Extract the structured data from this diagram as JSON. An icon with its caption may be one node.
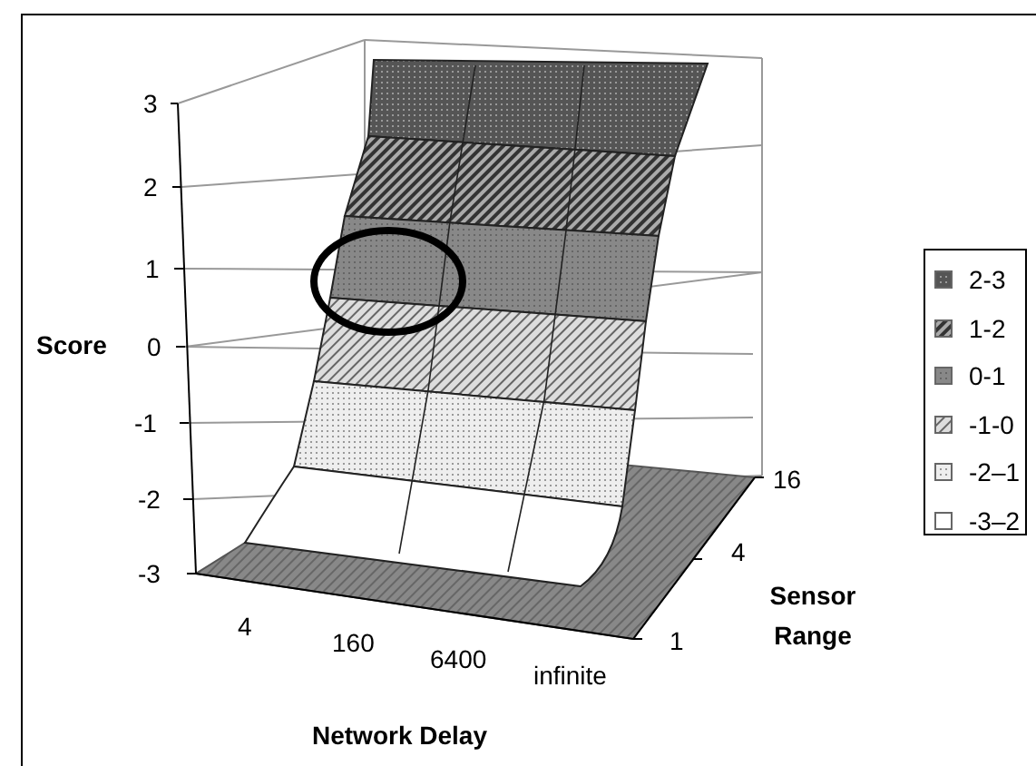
{
  "diagram": {
    "labels": [
      "3",
      "2",
      "1",
      "Score",
      "0",
      "-1",
      "-2",
      "16",
      "-3",
      "4",
      "4",
      "160",
      "6400",
      "Sensor Range",
      "1",
      "infinite",
      "Network Delay"
    ],
    "legend": [
      {
        "text": "2-3"
      },
      {
        "text": "1-2"
      },
      {
        "text": "0-1"
      },
      {
        "text": "-1-0"
      },
      {
        "text": "-2–1"
      },
      {
        "text": "-3–2"
      }
    ]
  }
}
